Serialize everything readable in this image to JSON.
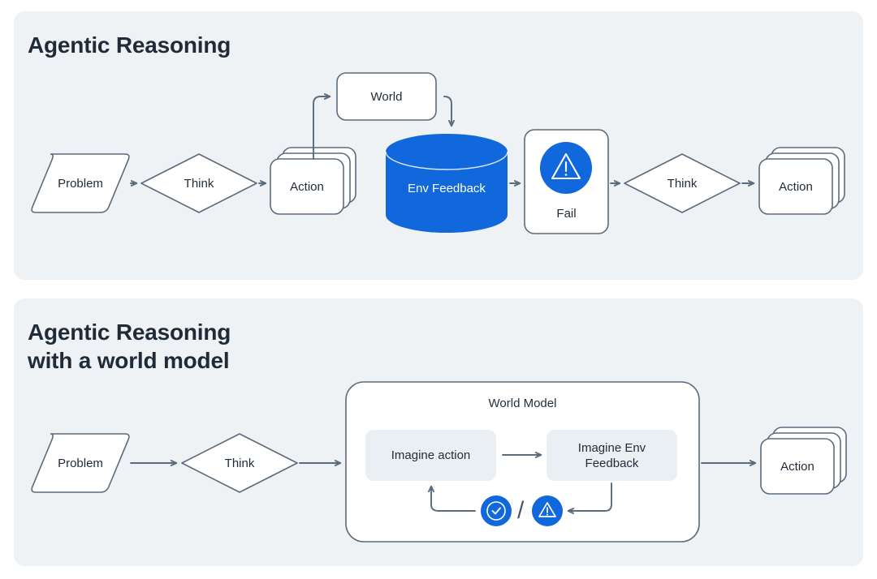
{
  "theme": {
    "page_bg": "#ffffff",
    "panel_bg": "#eef2f5",
    "stroke": "#5b6b7c",
    "text_dark": "#1f2b36",
    "accent_blue": "#1168dd",
    "node_fill": "#ffffff",
    "inner_box_fill": "#eaeff4",
    "arrow": "#5b6b7c"
  },
  "panels": [
    {
      "id": "agentic-reasoning",
      "title": "Agentic Reasoning",
      "nodes": [
        {
          "key": "problem",
          "label": "Problem",
          "shape": "parallelogram"
        },
        {
          "key": "think1",
          "label": "Think",
          "shape": "diamond"
        },
        {
          "key": "action1",
          "label": "Action",
          "shape": "stacked-card"
        },
        {
          "key": "world",
          "label": "World",
          "shape": "rounded-rect"
        },
        {
          "key": "envfb",
          "label": "Env Feedback",
          "shape": "cylinder"
        },
        {
          "key": "fail",
          "label": "Fail",
          "shape": "rounded-rect-icon",
          "icon": "warning-icon"
        },
        {
          "key": "think2",
          "label": "Think",
          "shape": "diamond"
        },
        {
          "key": "action2",
          "label": "Action",
          "shape": "stacked-card"
        }
      ],
      "edges": [
        {
          "from": "problem",
          "to": "think1"
        },
        {
          "from": "think1",
          "to": "action1"
        },
        {
          "from": "action1",
          "to": "world"
        },
        {
          "from": "world",
          "to": "envfb"
        },
        {
          "from": "envfb",
          "to": "fail"
        },
        {
          "from": "fail",
          "to": "think2"
        },
        {
          "from": "think2",
          "to": "action2"
        }
      ]
    },
    {
      "id": "agentic-reasoning-world-model",
      "title": "Agentic Reasoning\nwith a world model",
      "container": {
        "key": "world-model",
        "label": "World Model"
      },
      "nodes": [
        {
          "key": "problem2",
          "label": "Problem",
          "shape": "parallelogram"
        },
        {
          "key": "think3",
          "label": "Think",
          "shape": "diamond"
        },
        {
          "key": "imgaction",
          "label": "Imagine action",
          "shape": "soft-rect"
        },
        {
          "key": "imgenvfb",
          "label": "Imagine Env\nFeedback",
          "shape": "soft-rect"
        },
        {
          "key": "success",
          "label": "",
          "shape": "circle-icon",
          "icon": "check-circle-icon"
        },
        {
          "key": "separator",
          "label": "/",
          "shape": "text"
        },
        {
          "key": "failure",
          "label": "",
          "shape": "circle-icon",
          "icon": "warning-icon"
        },
        {
          "key": "action3",
          "label": "Action",
          "shape": "stacked-card"
        }
      ],
      "edges": [
        {
          "from": "problem2",
          "to": "think3"
        },
        {
          "from": "think3",
          "to": "world-model"
        },
        {
          "from": "imgaction",
          "to": "imgenvfb"
        },
        {
          "from": "imgenvfb",
          "to": "outcome-icons"
        },
        {
          "from": "outcome-icons",
          "to": "imgaction"
        },
        {
          "from": "world-model",
          "to": "action3"
        }
      ]
    }
  ]
}
